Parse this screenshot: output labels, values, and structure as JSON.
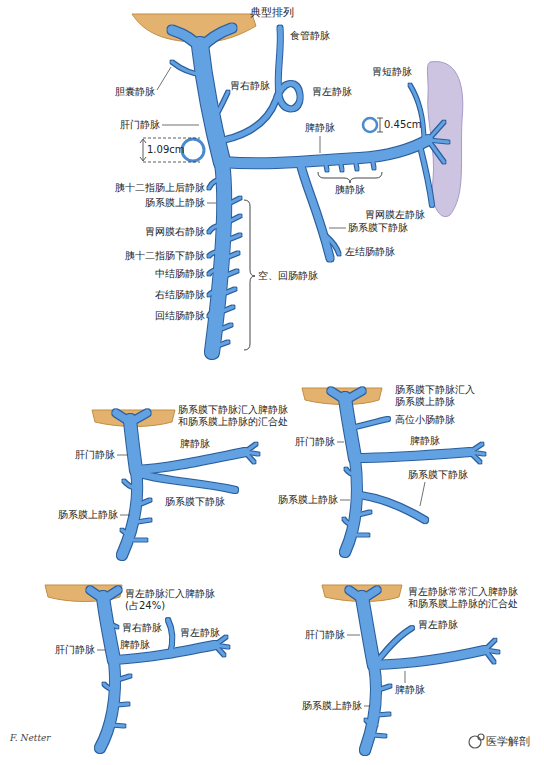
{
  "diagram": {
    "title": "典型排列",
    "labels": [
      "胆囊静脉",
      "食管静脉",
      "胃右静脉",
      "胃左静脉",
      "胃短静脉",
      "肝门静脉",
      "脾静脉",
      "0.45cm",
      "1.09cm",
      "胰十二指肠上后静脉",
      "胰静脉",
      "肠系膜上静脉",
      "胃网膜左静脉",
      "胃网膜右静脉",
      "肠系膜下静脉",
      "胰十二指肠下静脉",
      "左结肠静脉",
      "中结肠静脉",
      "右结肠静脉",
      "回结肠静脉",
      "空、回肠静脉",
      "肠系膜下静脉汇入脾静脉和肠系膜上静脉的汇合处",
      "脾静脉",
      "肝门静脉",
      "肠系膜下静脉",
      "肠系膜上静脉",
      "肠系膜下静脉汇入肠系膜上静脉",
      "高位小肠静脉",
      "肝门静脉",
      "脾静脉",
      "肠系膜下静脉",
      "肠系膜上静脉",
      "胃左静脉汇入脾静脉 (占24%)",
      "胃右静脉",
      "脾静脉",
      "胃左静脉",
      "肝门静脉",
      "胃左静脉常常汇入脾静脉和肠系膜上静脉的汇合处",
      "胃左静脉",
      "肝门静脉",
      "脾静脉",
      "肠系膜上静脉",
      "F. Netter",
      "医学解剖"
    ]
  }
}
